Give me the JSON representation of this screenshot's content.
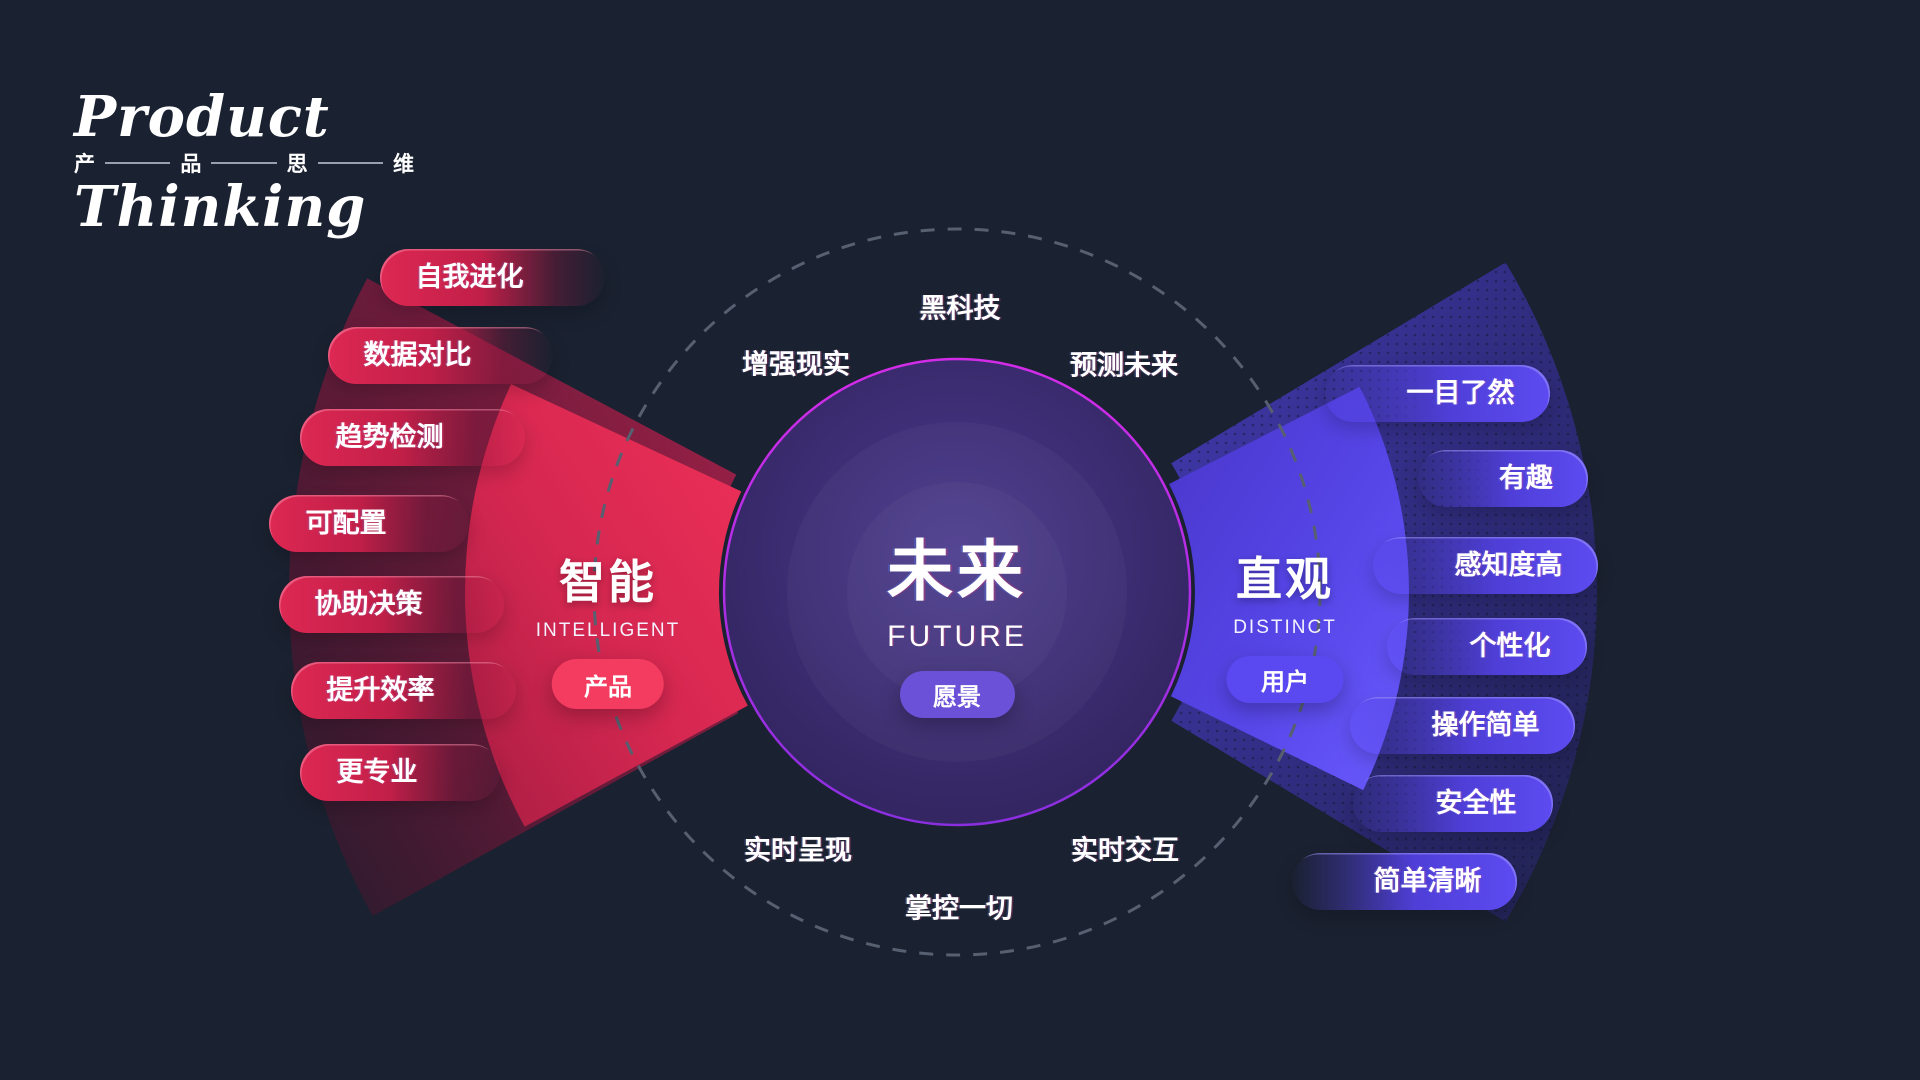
{
  "logo": {
    "line1": "Product",
    "line2": "Thinking",
    "subchars": [
      "产",
      "品",
      "思",
      "维"
    ]
  },
  "center_circle": {
    "title": "未来",
    "subtitle": "FUTURE",
    "badge": "愿景"
  },
  "left_fan": {
    "title": "智能",
    "subtitle": "INTELLIGENT",
    "badge": "产品",
    "items": [
      "自我进化",
      "数据对比",
      "趋势检测",
      "可配置",
      "协助决策",
      "提升效率",
      "更专业"
    ]
  },
  "right_fan": {
    "title": "直观",
    "subtitle": "DISTINCT",
    "badge": "用户",
    "items": [
      "一目了然",
      "有趣",
      "感知度高",
      "个性化",
      "操作简单",
      "安全性",
      "简单清晰"
    ]
  },
  "orbit": {
    "top": "黑科技",
    "top_left": "增强现实",
    "top_right": "预测未来",
    "bottom_left": "实时呈现",
    "bottom_right": "实时交互",
    "bottom": "掌控一切"
  },
  "colors": {
    "background": "#1a2130",
    "red_fan": "#d42750",
    "pink_badge": "#f43b60",
    "blue_fan": "#5646e8",
    "indigo_badge": "#5a48f0",
    "purple_badge": "#6b51d8",
    "circle_fill": "#3d2d74",
    "circle_stroke": "#c32ce8",
    "dashed_ring": "#566070"
  }
}
